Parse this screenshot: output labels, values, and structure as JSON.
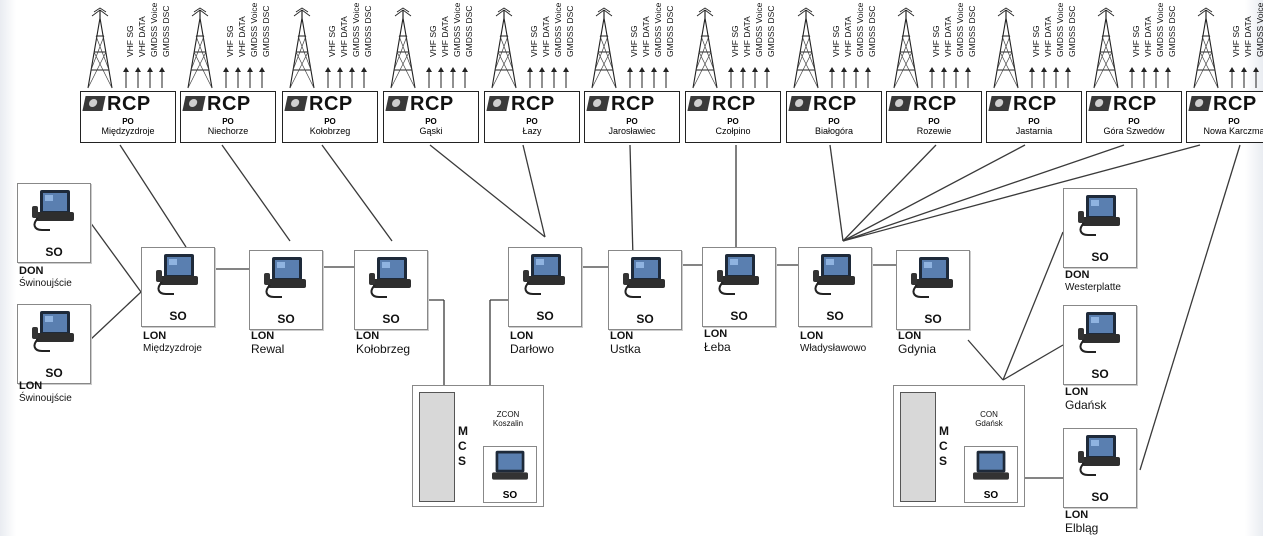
{
  "signals": [
    "VHF SG",
    "VHF DATA",
    "GMDSS Voice",
    "GMDSS DSC"
  ],
  "rcp_word": "RCP",
  "po_prefix": "PO",
  "stations": [
    "Międzyzdroje",
    "Niechorze",
    "Kołobrzeg",
    "Gąski",
    "Łazy",
    "Jarosławiec",
    "Czołpino",
    "Białogóra",
    "Rozewie",
    "Jastarnia",
    "Góra Szwedów",
    "Nowa Karczma"
  ],
  "so_label": "SO",
  "nodes": {
    "don_swin": {
      "type": "DON",
      "name": "Świnoujście"
    },
    "lon_swin": {
      "type": "LON",
      "name": "Świnoujście"
    },
    "lon_miedz": {
      "type": "LON",
      "name": "Międzyzdroje"
    },
    "lon_rewal": {
      "type": "LON",
      "name": "Rewal"
    },
    "lon_kolob": {
      "type": "LON",
      "name": "Kołobrzeg"
    },
    "lon_darl": {
      "type": "LON",
      "name": "Darłowo"
    },
    "lon_ustka": {
      "type": "LON",
      "name": "Ustka"
    },
    "lon_leba": {
      "type": "LON",
      "name": "Łeba"
    },
    "lon_wlad": {
      "type": "LON",
      "name": "Władysławowo"
    },
    "lon_gdynia": {
      "type": "LON",
      "name": "Gdynia"
    },
    "don_wester": {
      "type": "DON",
      "name": "Westerplatte"
    },
    "lon_gdansk": {
      "type": "LON",
      "name": "Gdańsk"
    },
    "lon_elblag": {
      "type": "LON",
      "name": "Elbląg"
    }
  },
  "mcs_koszalin": {
    "letters": "M\nC\nS",
    "name": "ZCON Koszalin",
    "so": "SO"
  },
  "mcs_gdansk": {
    "letters": "M\nC\nS",
    "name": "CON Gdańsk",
    "so": "SO"
  }
}
